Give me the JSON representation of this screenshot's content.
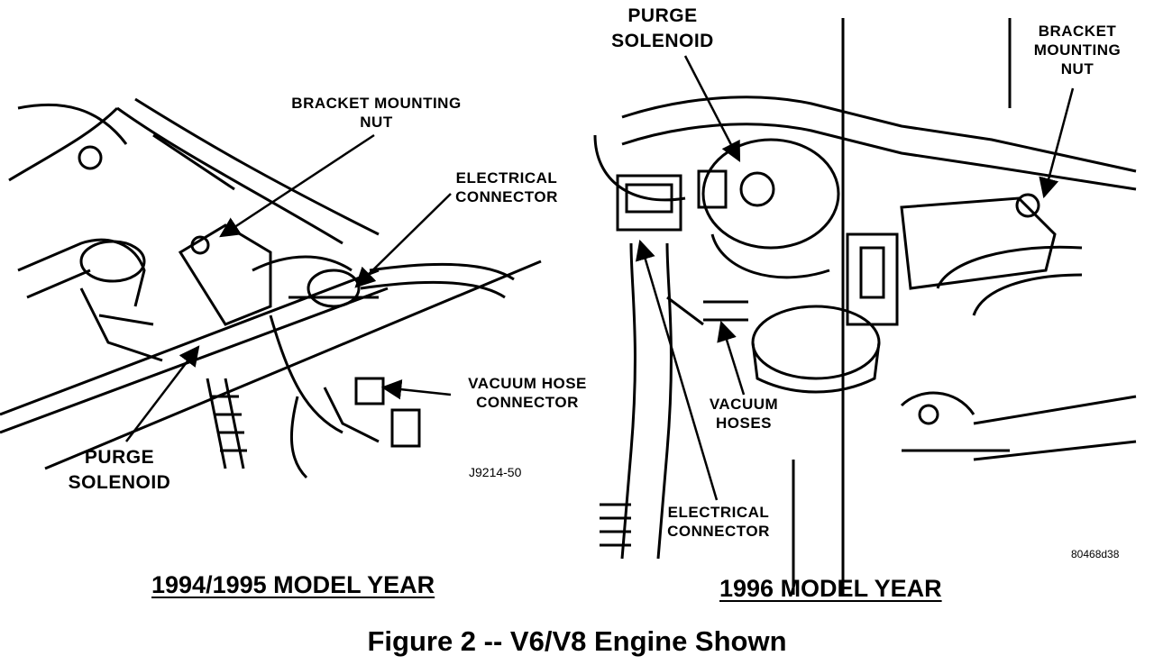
{
  "left_panel": {
    "labels": {
      "bracket_nut": "BRACKET MOUNTING\nNUT",
      "electrical_connector": "ELECTRICAL\nCONNECTOR",
      "vacuum_hose_connector": "VACUUM HOSE\nCONNECTOR",
      "purge_solenoid": "PURGE\nSOLENOID"
    },
    "code": "J9214-50",
    "caption": "1994/1995 MODEL YEAR"
  },
  "right_panel": {
    "labels": {
      "purge_solenoid": "PURGE\nSOLENOID",
      "bracket_nut": "BRACKET\nMOUNTING\nNUT",
      "vacuum_hoses": "VACUUM\nHOSES",
      "electrical_connector": "ELECTRICAL\nCONNECTOR"
    },
    "code": "80468d38",
    "caption": "1996 MODEL YEAR"
  },
  "figure_title": "Figure 2 -- V6/V8 Engine Shown"
}
